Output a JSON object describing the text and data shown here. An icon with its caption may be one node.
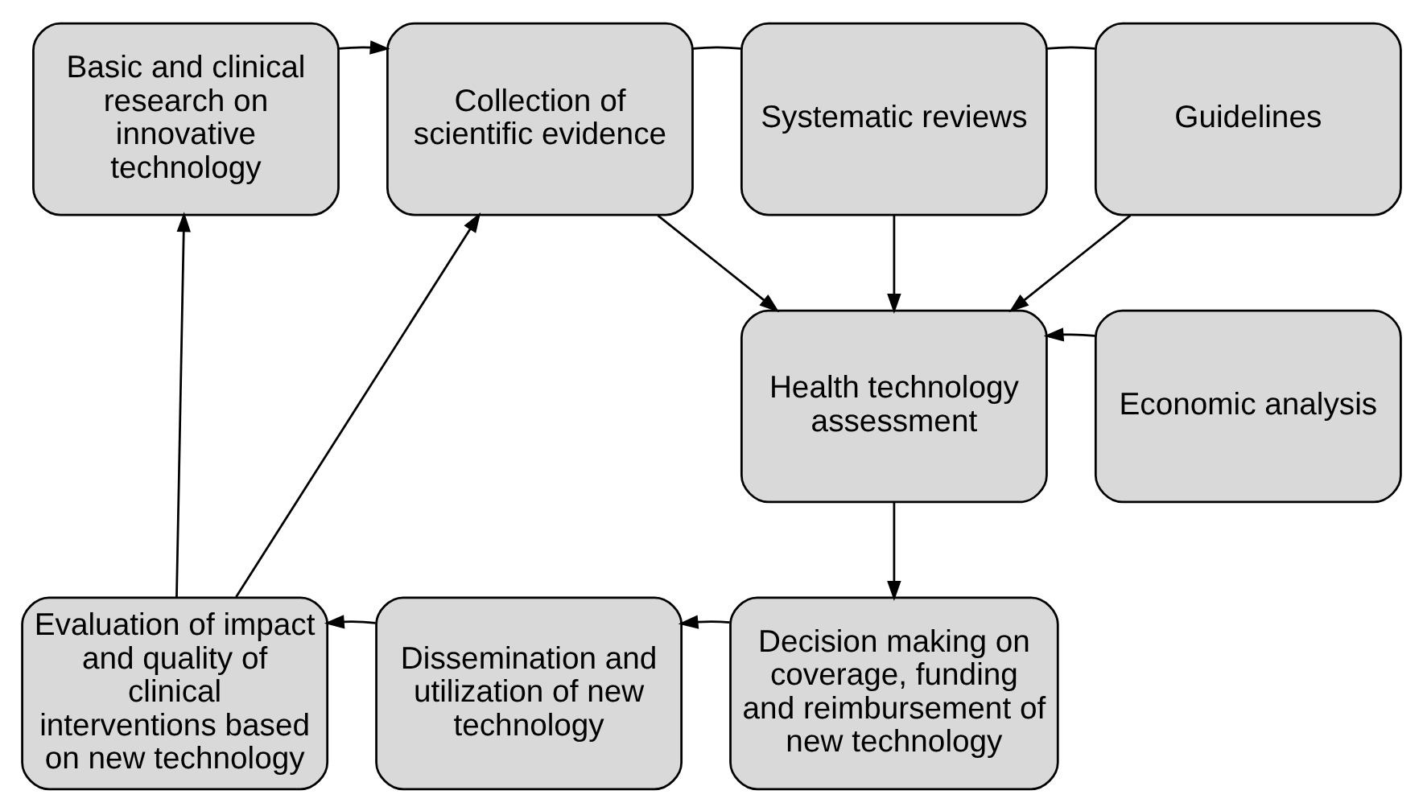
{
  "diagram": {
    "nodes": [
      {
        "text": [
          "Basic and clinical research on innovative technology"
        ]
      },
      {
        "text": [
          "Collection of scientific evidence"
        ]
      },
      {
        "text": [
          "Systematic reviews"
        ]
      },
      {
        "text": [
          "Guidelines"
        ]
      },
      {
        "text": [
          "Health technology assessment"
        ]
      },
      {
        "text": [
          "Economic analysis"
        ]
      },
      {
        "text": [
          "Decision making on coverage, funding and reimbursement of new technology"
        ]
      },
      {
        "text": [
          "Dissemination and utilization of new technology"
        ]
      },
      {
        "text": [
          "Evaluation of impact and quality of clinical interventions based on new technology"
        ]
      }
    ],
    "edges": [
      {
        "from": 0,
        "to": 1,
        "arrow": "to"
      },
      {
        "from": 1,
        "to": 2,
        "arrow": "none"
      },
      {
        "from": 2,
        "to": 3,
        "arrow": "none"
      },
      {
        "from": 1,
        "to": 4,
        "arrow": "to"
      },
      {
        "from": 2,
        "to": 4,
        "arrow": "to"
      },
      {
        "from": 3,
        "to": 4,
        "arrow": "to"
      },
      {
        "from": 5,
        "to": 4,
        "arrow": "to"
      },
      {
        "from": 4,
        "to": 6,
        "arrow": "to"
      },
      {
        "from": 6,
        "to": 7,
        "arrow": "to"
      },
      {
        "from": 7,
        "to": 8,
        "arrow": "to"
      },
      {
        "from": 8,
        "to": 1,
        "arrow": "to"
      },
      {
        "from": 8,
        "to": 0,
        "arrow": "to"
      }
    ]
  }
}
